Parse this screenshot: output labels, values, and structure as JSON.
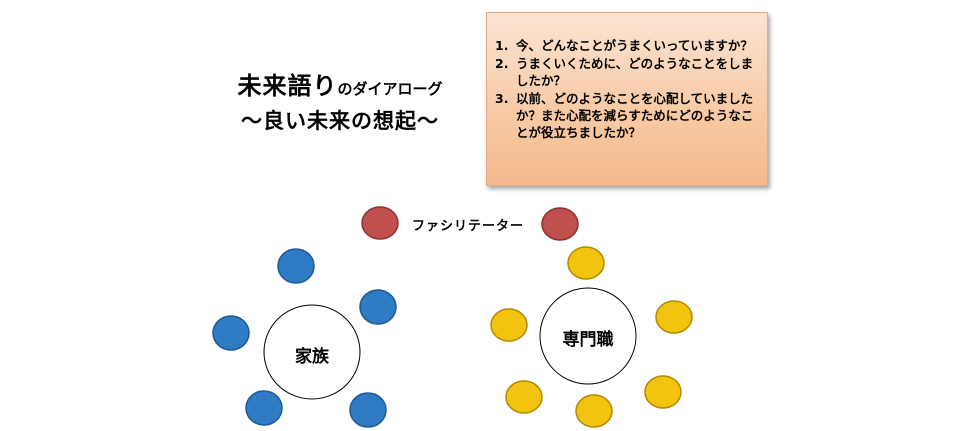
{
  "title": {
    "main": "未来語り",
    "suffix": "のダイアローグ",
    "subtitle": "～良い未来の想起～"
  },
  "questions": [
    {
      "num": "1.",
      "text": "今、どんなことがうまくいっていますか？"
    },
    {
      "num": "2.",
      "text": "うまくいくために、どのようなことをしましたか？"
    },
    {
      "num": "3.",
      "text": "以前、どのようなことを心配していましたか？また心配を減らすためにどのようなことが役立ちましたか？"
    }
  ],
  "facilitator_label": "ファシリテーター",
  "groups": {
    "family": "家族",
    "professionals": "専門職"
  },
  "colors": {
    "facilitator": "#c0504d",
    "family": "#2f7cc4",
    "professionals": "#f2c40f",
    "box_top": "#fbe4d2",
    "box_bottom": "#f4b98c"
  }
}
